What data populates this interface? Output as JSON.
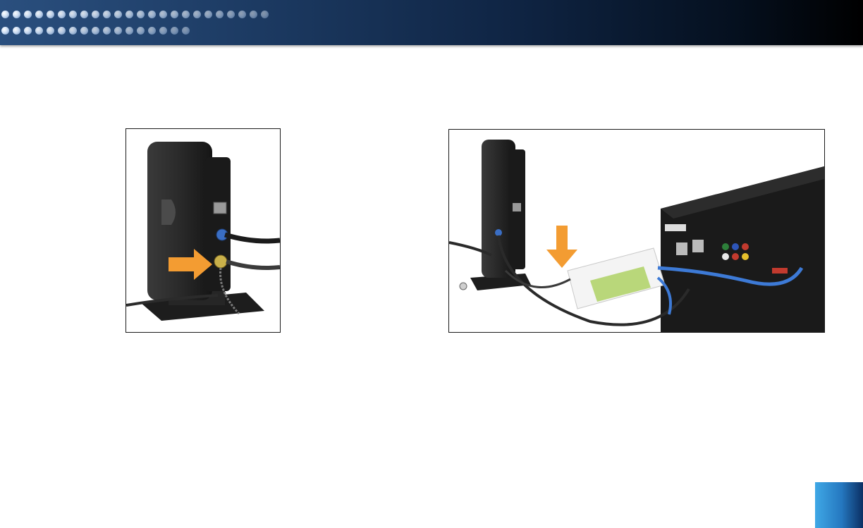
{
  "header": {
    "icon": "dot-pattern-banner",
    "colors": {
      "start": "#2a4f7e",
      "end": "#000000",
      "dot": "#bcd3ee"
    }
  },
  "figures": [
    {
      "icon": "wireless-adapter-rear-photo",
      "arrow_icon": "orange-arrow-right",
      "accent": "#f39c32"
    },
    {
      "icon": "adapter-connected-to-receiver-photo",
      "arrow_icon": "orange-arrow-down",
      "accent": "#f39c32"
    }
  ],
  "page_tab": {
    "icon": "page-corner-tab",
    "color": "#2578c0"
  }
}
